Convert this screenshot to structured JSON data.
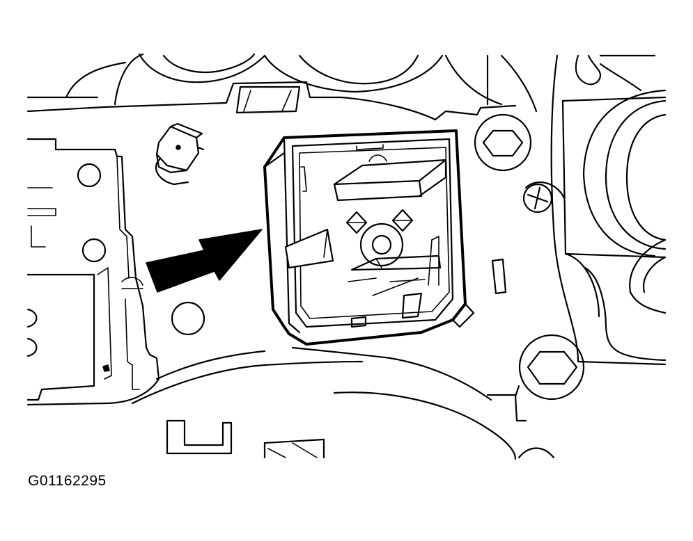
{
  "figure": {
    "id_label": "G01162295"
  },
  "colors": {
    "line": "#000000",
    "background": "#ffffff"
  },
  "components": {
    "arrow": "pointer-arrow",
    "module": "switch-module",
    "bolts": [
      "hex-bolt-upper",
      "hex-bolt-lower"
    ],
    "screws": [
      "phillips-screw",
      "clip-fastener"
    ]
  }
}
